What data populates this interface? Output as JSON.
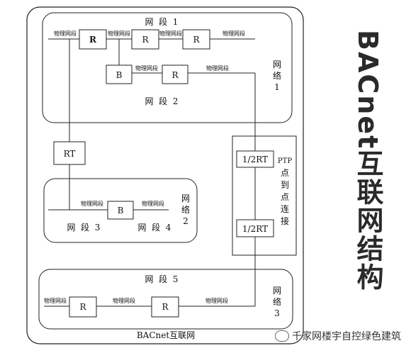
{
  "diagram": {
    "outer_title": "BACnet互联网",
    "segment_1": "网  段  1",
    "segment_2": "网  段  2",
    "segment_3": "网  段  3",
    "segment_4": "网  段  4",
    "segment_5": "网  段  5",
    "network_1": [
      "网",
      "络",
      "1"
    ],
    "network_2": [
      "网",
      "络",
      "2"
    ],
    "network_3": [
      "网",
      "络",
      "3"
    ],
    "ptp_label": [
      "PTP",
      "点",
      "到",
      "点",
      "连",
      "接"
    ],
    "phys_segment": "物理网段",
    "router": "R",
    "bridge": "B",
    "rt": "RT",
    "half_rt": "1/2RT"
  },
  "side_title": "BACnet互联网结构",
  "watermark": "千家网楼宇自控绿色建筑"
}
